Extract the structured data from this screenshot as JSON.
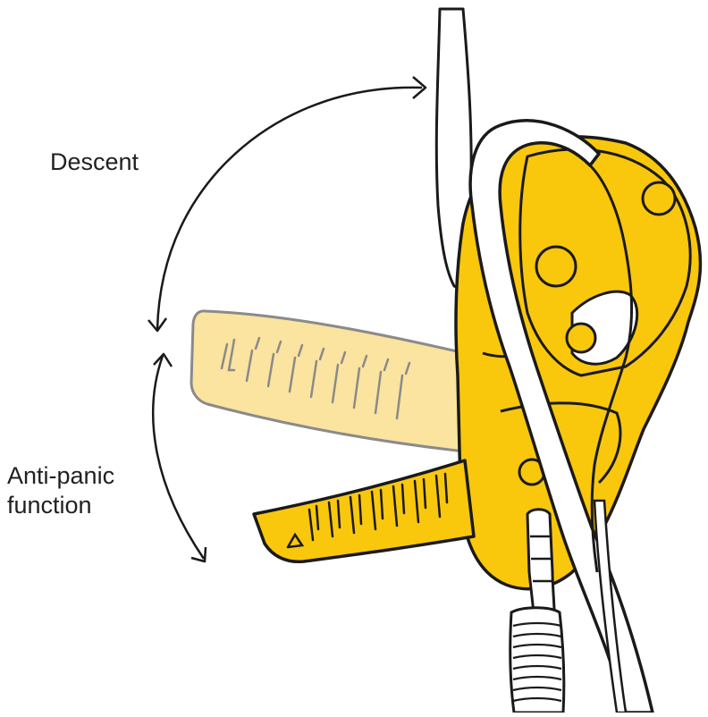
{
  "labels": {
    "descent": "Descent",
    "anti_panic_line1": "Anti-panic",
    "anti_panic_line2": "function"
  },
  "colors": {
    "device_yellow": "#F9C70C",
    "device_shadow": "#E8AE00",
    "handle_ghost_fill": "#FBE3A0",
    "handle_ghost_stroke": "#8A8A8A",
    "outline": "#1A1A1A",
    "rope_fill": "#FFFFFF"
  },
  "icons": {
    "descent_arrow": "curved-double-arrow-icon",
    "antipanic_arrow": "curved-double-arrow-icon"
  }
}
